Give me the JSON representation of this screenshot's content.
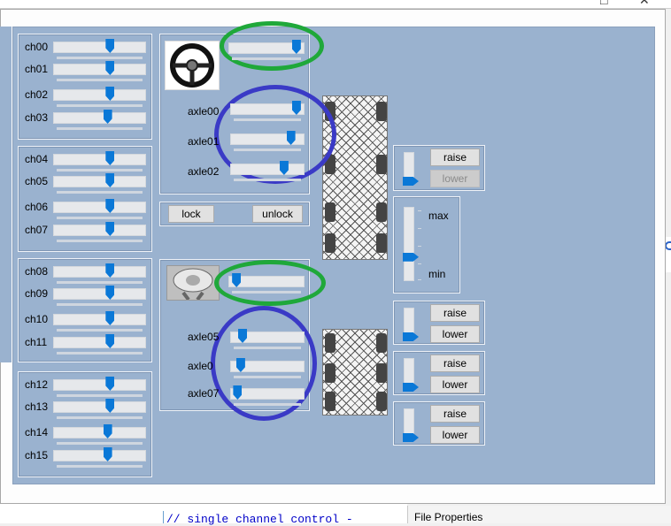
{
  "channels": {
    "group1": [
      {
        "label": "ch00",
        "value": 0.63
      },
      {
        "label": "ch01",
        "value": 0.63
      },
      {
        "label": "ch02",
        "value": 0.63
      },
      {
        "label": "ch03",
        "value": 0.6
      }
    ],
    "group2": [
      {
        "label": "ch04",
        "value": 0.63
      },
      {
        "label": "ch05",
        "value": 0.63
      },
      {
        "label": "ch06",
        "value": 0.63
      },
      {
        "label": "ch07",
        "value": 0.63
      }
    ],
    "group3": [
      {
        "label": "ch08",
        "value": 0.63
      },
      {
        "label": "ch09",
        "value": 0.63
      },
      {
        "label": "ch10",
        "value": 0.63
      },
      {
        "label": "ch11",
        "value": 0.63
      }
    ],
    "group4": [
      {
        "label": "ch12",
        "value": 0.63
      },
      {
        "label": "ch13",
        "value": 0.63
      },
      {
        "label": "ch14",
        "value": 0.6
      },
      {
        "label": "ch15",
        "value": 0.6
      }
    ]
  },
  "steering": {
    "top_slider_value": 0.97,
    "axles": [
      {
        "label": "axle00",
        "value": 0.97
      },
      {
        "label": "axle01",
        "value": 0.88
      },
      {
        "label": "axle02",
        "value": 0.77
      }
    ]
  },
  "lock": {
    "lock_label": "lock",
    "unlock_label": "unlock"
  },
  "fifth_wheel": {
    "top_slider_value": 0.03,
    "axles": [
      {
        "label": "axle05",
        "value": 0.1
      },
      {
        "label": "axle0",
        "value": 0.07
      },
      {
        "label": "axle07",
        "value": 0.02
      }
    ]
  },
  "lift_controls": [
    {
      "raise_label": "raise",
      "lower_label": "lower",
      "lower_disabled": true,
      "level": 0.0
    },
    {
      "raise_label": "raise",
      "lower_label": "lower",
      "lower_disabled": false,
      "level": 0.0
    },
    {
      "raise_label": "raise",
      "lower_label": "lower",
      "lower_disabled": false,
      "level": 0.0
    },
    {
      "raise_label": "raise",
      "lower_label": "lower",
      "lower_disabled": false,
      "level": 0.0
    }
  ],
  "height_control": {
    "max_label": "max",
    "min_label": "min",
    "level": 0.3
  },
  "annotations": {
    "green": "#1fa83a",
    "blue": "#3a3ac6"
  },
  "background": {
    "code_line": "// single channel control -",
    "file_properties": "File Properties"
  },
  "colors": {
    "panel": "#9ab2cf",
    "thumb": "#0a78d7"
  }
}
